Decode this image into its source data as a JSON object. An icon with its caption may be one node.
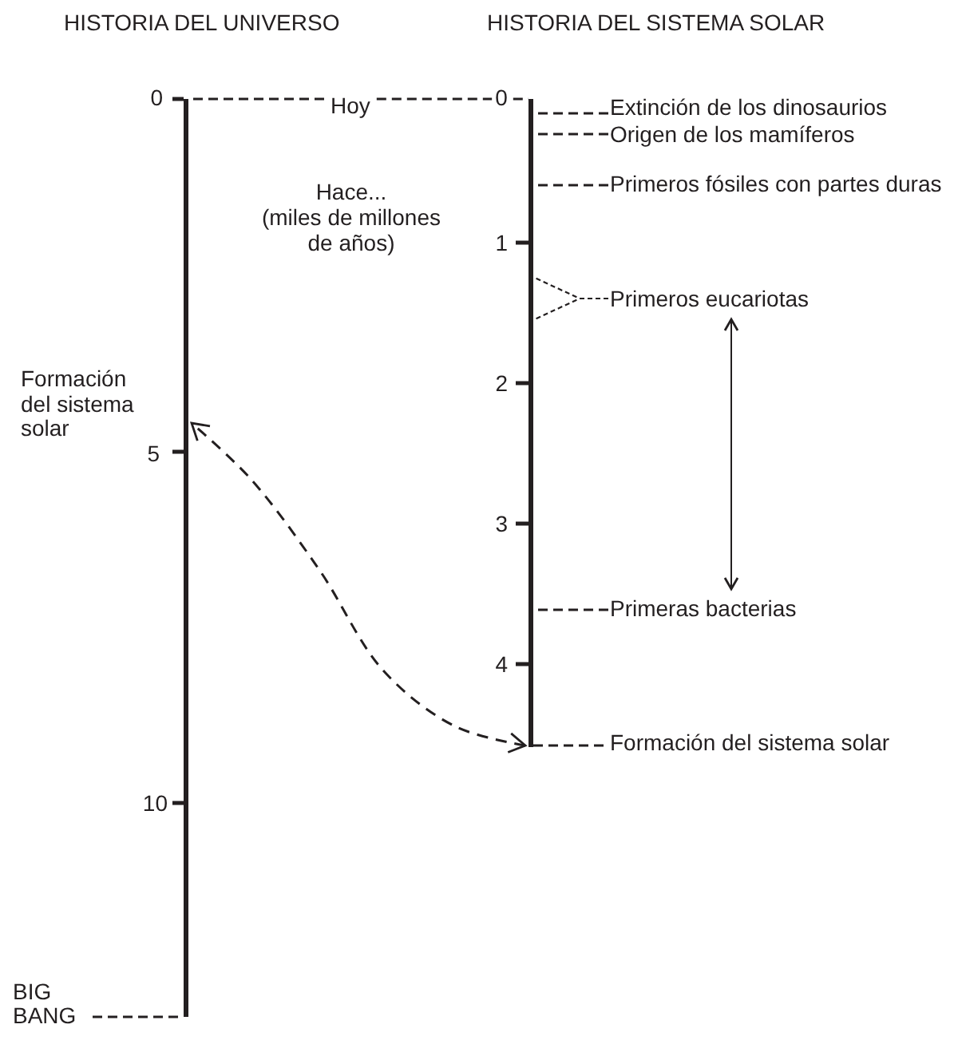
{
  "diagram": {
    "nodes": [
      {
        "text": [],
        "shape": "bar"
      },
      {
        "text": [],
        "shape": "bar"
      },
      {
        "text": [
          "Hoy"
        ]
      },
      {
        "text": [
          "Extinción de los dinosaurios"
        ]
      },
      {
        "text": [
          "Origen de los mamíferos"
        ]
      },
      {
        "text": [
          "Primeros fósiles con partes duras"
        ]
      },
      {
        "text": [
          "Primeros eucariotas"
        ]
      },
      {
        "text": [
          "Primeras bacterias"
        ]
      },
      {
        "text": [
          "Formación del sistema solar"
        ]
      },
      {
        "text": [
          "BIG BANG"
        ]
      }
    ],
    "edges": [
      {
        "from": 2,
        "to": 0,
        "arrow": "none",
        "style": "dashed"
      },
      {
        "from": 2,
        "to": 1,
        "arrow": "none",
        "style": "dashed"
      },
      {
        "from": 3,
        "to": 1,
        "arrow": "none",
        "style": "dashed"
      },
      {
        "from": 4,
        "to": 1,
        "arrow": "none",
        "style": "dashed"
      },
      {
        "from": 5,
        "to": 1,
        "arrow": "none",
        "style": "dashed"
      },
      {
        "from": 6,
        "to": 1,
        "arrow": "none",
        "style": "dashed"
      },
      {
        "from": 6,
        "to": 1,
        "arrow": "none",
        "style": "dashed"
      },
      {
        "from": 6,
        "to": 7,
        "arrow": "both"
      },
      {
        "from": 7,
        "to": 1,
        "arrow": "none",
        "style": "dashed"
      },
      {
        "from": 8,
        "to": 1,
        "arrow": "none",
        "style": "dashed"
      },
      {
        "from": 1,
        "to": 0,
        "arrow": "both",
        "style": "dashed"
      },
      {
        "from": 9,
        "to": 0,
        "arrow": "none",
        "style": "dashed"
      }
    ],
    "labels": [
      "HISTORIA DEL UNIVERSO",
      "HISTORIA DEL SISTEMA SOLAR",
      "0",
      "0",
      "Hace...",
      "(miles de millones de años)",
      "1",
      "2",
      "Formación del sistema solar",
      "5",
      "3",
      "4",
      "10"
    ]
  }
}
